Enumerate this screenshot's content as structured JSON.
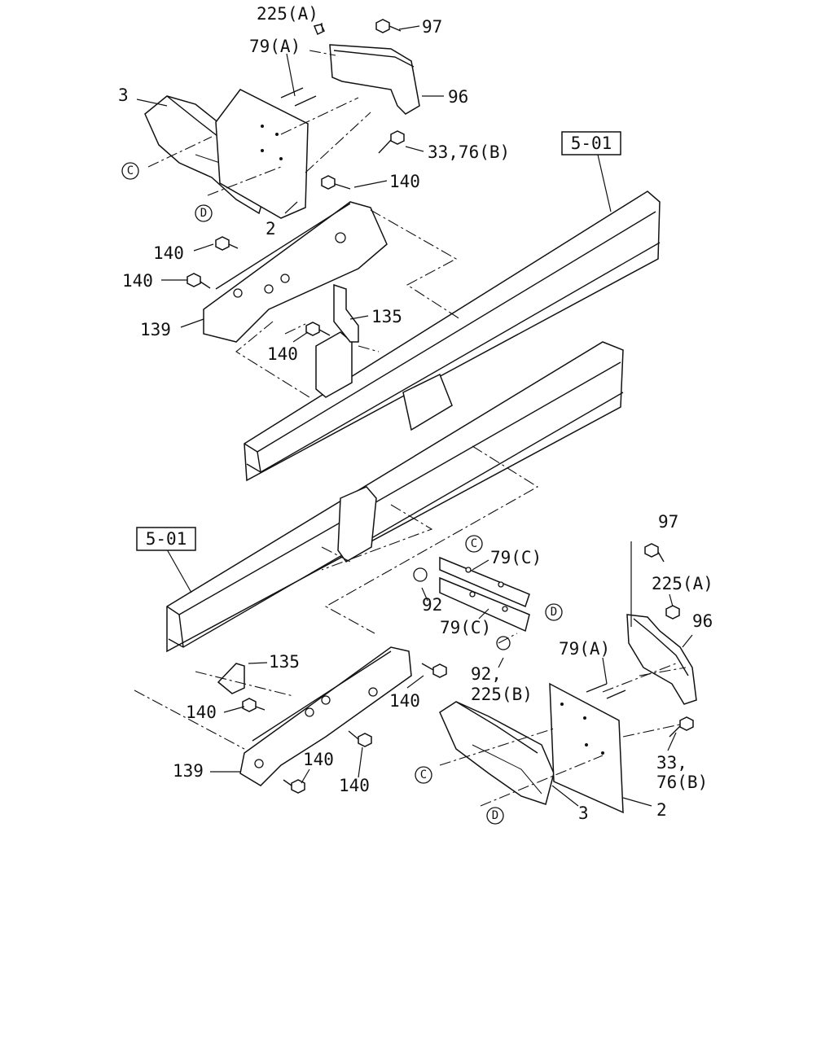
{
  "labels": {
    "top_225a": "225(A)",
    "top_97": "97",
    "top_79a": "79(A)",
    "top_3": "3",
    "top_96": "96",
    "top_33_76b": "33,76(B)",
    "top_140_a": "140",
    "top_2": "2",
    "top_140_b": "140",
    "top_140_c": "140",
    "top_139": "139",
    "top_135": "135",
    "top_140_d": "140",
    "bot_97": "97",
    "bot_225a": "225(A)",
    "bot_96": "96",
    "bot_79c_a": "79(C)",
    "bot_92_a": "92",
    "bot_79c_b": "79(C)",
    "bot_79a": "79(A)",
    "bot_92_b": "92,",
    "bot_225b": "225(B)",
    "bot_135": "135",
    "bot_140_a": "140",
    "bot_140_b": "140",
    "bot_139": "139",
    "bot_140_c": "140",
    "bot_140_d": "140",
    "bot_33": "33,",
    "bot_76b": "76(B)",
    "bot_3": "3",
    "bot_2": "2"
  },
  "refs": {
    "top": "5-01",
    "bottom": "5-01"
  },
  "markers": {
    "c1": "C",
    "d1": "D",
    "c2": "C",
    "d2": "D",
    "c3": "C",
    "d3": "D"
  }
}
